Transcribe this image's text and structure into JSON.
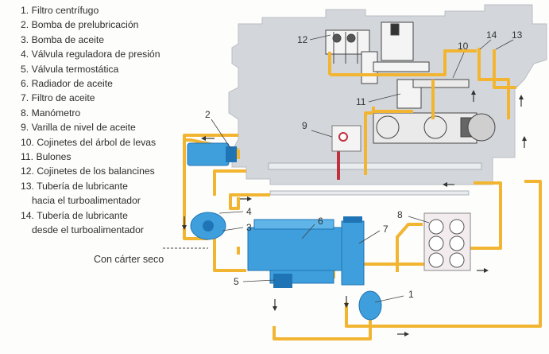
{
  "legend": [
    {
      "n": "1.",
      "label": "Filtro centrífugo"
    },
    {
      "n": "2.",
      "label": "Bomba de prelubricación"
    },
    {
      "n": "3.",
      "label": "Bomba de aceite"
    },
    {
      "n": "4.",
      "label": "Válvula reguladora de presión"
    },
    {
      "n": "5.",
      "label": "Válvula termostática"
    },
    {
      "n": "6.",
      "label": "Radiador de aceite"
    },
    {
      "n": "7.",
      "label": "Filtro de aceite"
    },
    {
      "n": "8.",
      "label": "Manómetro"
    },
    {
      "n": "9.",
      "label": "Varilla de nivel de aceite"
    },
    {
      "n": "10.",
      "label": "Cojinetes del árbol de levas"
    },
    {
      "n": "11.",
      "label": "Bulones"
    },
    {
      "n": "12.",
      "label": "Cojinetes de los balancines"
    },
    {
      "n": "13.",
      "label": "Tubería de lubricante",
      "label2": "hacia el turboalimentador"
    },
    {
      "n": "14.",
      "label": "Tubería de lubricante",
      "label2": "desde el turboalimentador"
    }
  ],
  "note": "Con cárter seco",
  "callouts": [
    "1",
    "2",
    "3",
    "4",
    "5",
    "6",
    "7",
    "8",
    "9",
    "10",
    "11",
    "12",
    "13",
    "14"
  ],
  "colors": {
    "engine": "#d3d7dc",
    "engine_edge": "#b9bdc3",
    "oil_line": "#f2b532",
    "component": "#3f9fdc",
    "component_dark": "#1f74b5",
    "dipstick": "#c0303e",
    "gauge_panel": "#f2ecef"
  }
}
